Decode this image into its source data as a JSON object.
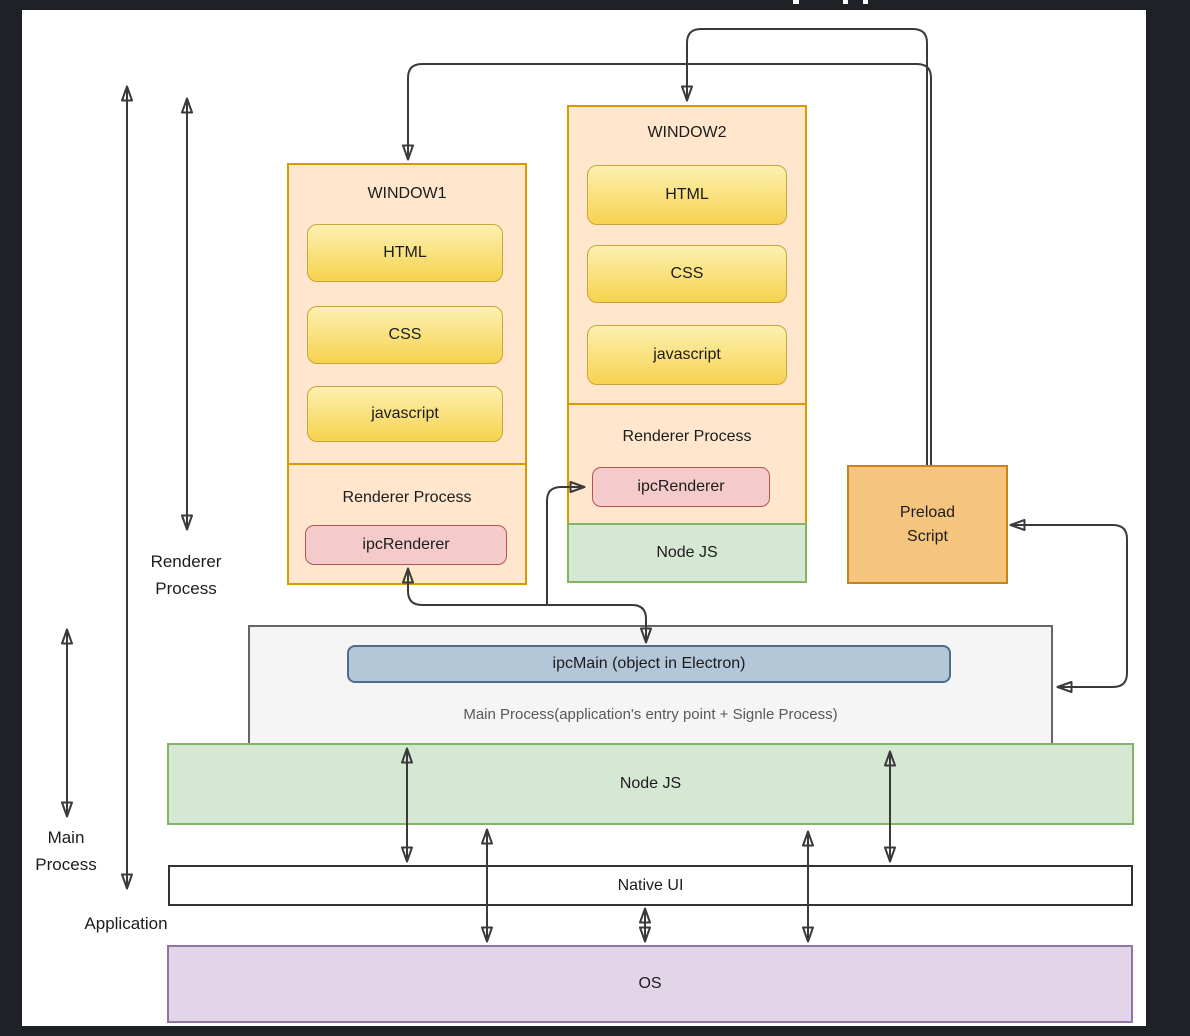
{
  "colors": {
    "background": "#1e2126",
    "canvas": "#ffffff",
    "window_fill": "#ffe6cc",
    "window_border": "#d79b00",
    "layer_fill_top": "#fdf1b1",
    "layer_fill_bottom": "#f6d24e",
    "layer_border": "#c9a43c",
    "ipc_renderer_fill": "#f4caca",
    "ipc_renderer_border": "#b85450",
    "node_js_fill": "#d5e8d4",
    "node_js_border": "#82b366",
    "preload_fill": "#f5c57e",
    "preload_border": "#c8831f",
    "main_process_fill": "#f5f5f5",
    "main_process_border": "#666666",
    "ipc_main_fill": "#b4c7d9",
    "ipc_main_border": "#4d6d8d",
    "native_ui_fill": "#ffffff",
    "native_ui_border": "#333333",
    "os_fill": "#e2d5e8",
    "os_border": "#9673a6",
    "arrow": "#3a3a3a"
  },
  "left_labels": {
    "renderer": {
      "line1": "Renderer",
      "line2": "Process"
    },
    "main": {
      "line1": "Main",
      "line2": "Process"
    },
    "application": "Application"
  },
  "window1": {
    "title": "WINDOW1",
    "layers": [
      "HTML",
      "CSS",
      "javascript"
    ],
    "section_label": "Renderer Process",
    "ipc_label": "ipcRenderer"
  },
  "window2": {
    "title": "WINDOW2",
    "layers": [
      "HTML",
      "CSS",
      "javascript"
    ],
    "section_label": "Renderer Process",
    "ipc_label": "ipcRenderer",
    "node_label": "Node JS"
  },
  "preload": {
    "line1": "Preload",
    "line2": "Script"
  },
  "main_process": {
    "ipc_main_label": "ipcMain (object in Electron)",
    "caption": "Main Process(application's entry point + Signle Process)"
  },
  "bars": {
    "node_js": "Node JS",
    "native_ui": "Native UI",
    "os": "OS"
  }
}
